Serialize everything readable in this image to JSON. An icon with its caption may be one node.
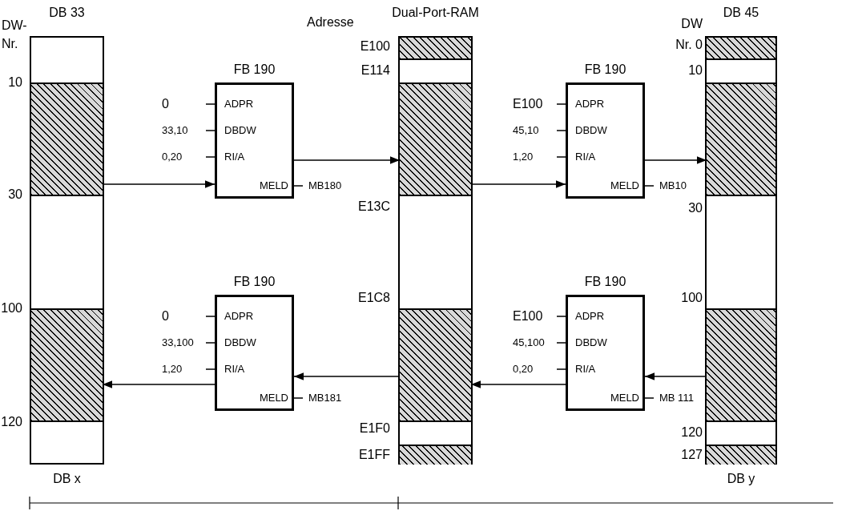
{
  "diagram": {
    "nodes": [
      {
        "text": [
          "DB 33",
          "DB x"
        ]
      },
      {
        "text": [],
        "shape": "bar",
        "in": 0
      },
      {
        "text": [],
        "shape": "bar",
        "in": 0
      },
      {
        "text": [
          "FB 190",
          "ADPR",
          "DBDW",
          "RI/A",
          "MELD"
        ],
        "beside": [
          "0",
          "33,10",
          "0,20",
          "MB180"
        ]
      },
      {
        "text": [
          "FB 190",
          "ADPR",
          "DBDW",
          "RI/A",
          "MELD"
        ],
        "beside": [
          "0",
          "33,100",
          "1,20",
          "MB181"
        ]
      },
      {
        "text": [
          "Dual-Port-RAM"
        ]
      },
      {
        "text": [],
        "shape": "bar",
        "in": 5
      },
      {
        "text": [],
        "shape": "bar",
        "in": 5
      },
      {
        "text": [],
        "shape": "bar",
        "in": 5
      },
      {
        "text": [],
        "shape": "bar",
        "in": 5
      },
      {
        "text": [
          "FB 190",
          "ADPR",
          "DBDW",
          "RI/A",
          "MELD"
        ],
        "beside": [
          "E100",
          "45,10",
          "1,20",
          "MB10"
        ]
      },
      {
        "text": [
          "FB 190",
          "ADPR",
          "DBDW",
          "RI/A",
          "MELD"
        ],
        "beside": [
          "E100",
          "45,100",
          "0,20",
          "MB 111"
        ]
      },
      {
        "text": [
          "DB 45",
          "DB y"
        ]
      },
      {
        "text": [],
        "shape": "bar",
        "in": 12
      },
      {
        "text": [],
        "shape": "bar",
        "in": 12
      },
      {
        "text": [],
        "shape": "bar",
        "in": 12
      },
      {
        "text": [],
        "shape": "bar",
        "in": 12
      }
    ],
    "edges": [
      {
        "from": 1,
        "to": 3,
        "arrow": "to"
      },
      {
        "from": 3,
        "to": 7,
        "arrow": "to"
      },
      {
        "from": 7,
        "to": 10,
        "arrow": "to"
      },
      {
        "from": 10,
        "to": 14,
        "arrow": "to"
      },
      {
        "from": 15,
        "to": 11,
        "arrow": "to"
      },
      {
        "from": 11,
        "to": 8,
        "arrow": "to"
      },
      {
        "from": 8,
        "to": 4,
        "arrow": "to"
      },
      {
        "from": 4,
        "to": 2,
        "arrow": "to"
      }
    ],
    "labels": [
      "DW- Nr.",
      "Adresse",
      "E100",
      "DW",
      "Nr. 0",
      "10",
      "E114",
      "10",
      "30",
      "E13C",
      "30",
      "100",
      "E1C8",
      "100",
      "120",
      "E1F0",
      "120",
      "E1FF",
      "127"
    ]
  }
}
